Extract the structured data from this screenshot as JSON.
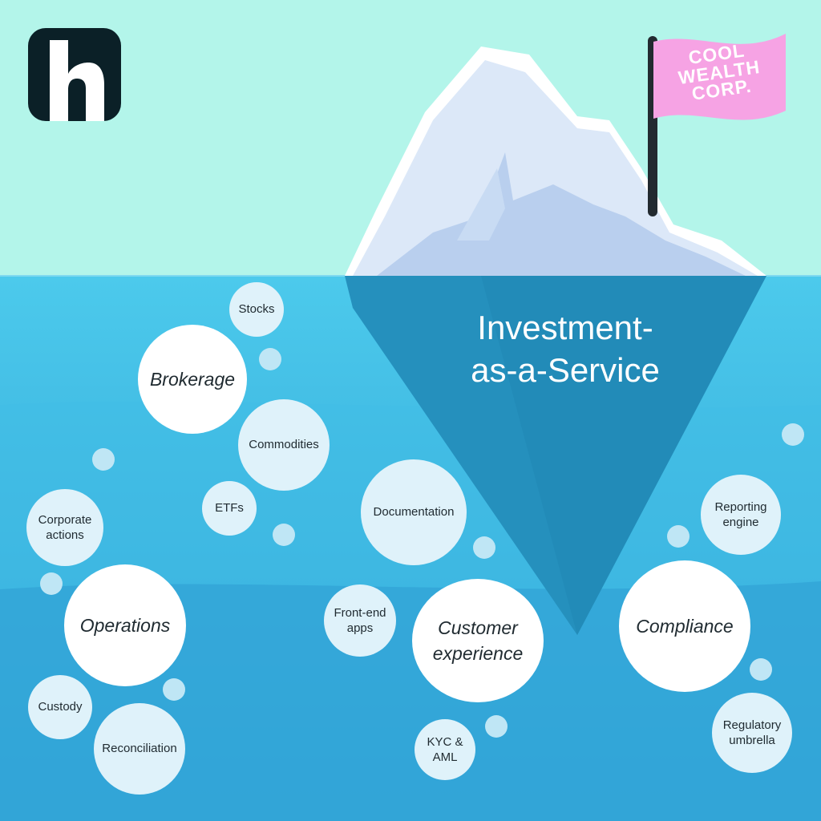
{
  "diagram": {
    "title": "Investment-\nas-a-Service",
    "flag_text": "COOL\nWEALTH\nCORP.",
    "logo": "h-logo",
    "colors": {
      "sky": "#b3f5ea",
      "water_top": "#4cc9ea",
      "water_deep": "#2f9fd3",
      "iceberg_underwater": "#2590bd",
      "flag": "#f6a3e4",
      "logo": "#0b2027"
    },
    "groups": [
      {
        "label": "Brokerage",
        "children": [
          "Stocks",
          "Commodities",
          "ETFs"
        ]
      },
      {
        "label": "Operations",
        "children": [
          "Corporate actions",
          "Custody",
          "Reconciliation"
        ]
      },
      {
        "label": "Customer experience",
        "children": [
          "Documentation",
          "Front-end apps",
          "KYC & AML"
        ]
      },
      {
        "label": "Compliance",
        "children": [
          "Reporting engine",
          "Regulatory umbrella"
        ]
      }
    ]
  }
}
